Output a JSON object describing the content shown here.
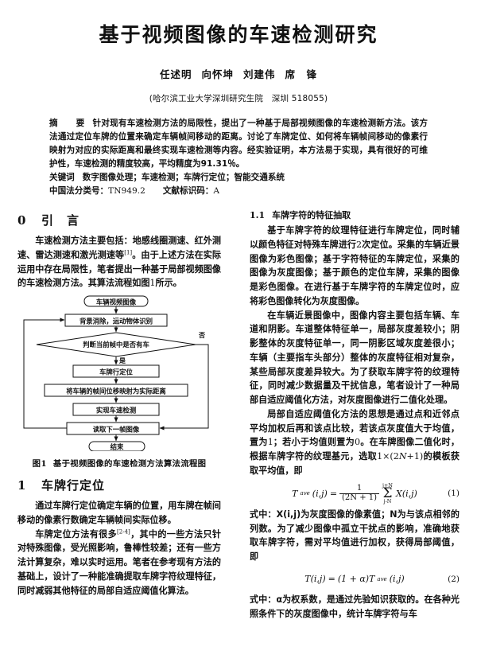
{
  "paper": {
    "title": "基于视频图像的车速检测研究",
    "authors": [
      "任述明",
      "向怀坤",
      "刘建伟",
      "席　锋"
    ],
    "affiliation": "(哈尔滨工业大学深圳研究生院　深圳 518055)",
    "abstract": {
      "label": "摘　要",
      "text": "针对现有车速检测方法的局限性，提出了一种基于局部视频图像的车速检测新方法。该方法通过定位车牌的位置来确定车辆帧间移动的距离。讨论了车牌定位、如何将车辆帧间移动的像素行映射为对应的实际距离和最终实现车速检测等内容。经实验证明，本方法易于实现，具有很好的可维护性，车速检测的精度较高，平均精度为91.31％。"
    },
    "keywords": {
      "label": "关键词",
      "text": "数字图像处理；车速检测；车牌行定位；智能交通系统"
    },
    "clc": {
      "label": "中国法分类号：",
      "value": "TN949.2",
      "doc_code_label": "文献标识码：",
      "doc_code_value": "A"
    }
  },
  "left_column": {
    "section0": {
      "number": "0",
      "title": "引　言",
      "paragraphs": [
        "车速检测方法主要包括：地感线圈测速、红外测速、雷达测速和激光测速等[1]。由于上述方法在实际运用中存在局限性，笔者提出一种基于局部视频图像的车速检测方法。其算法流程如图1所示。"
      ]
    },
    "figure": {
      "caption_number": "图1",
      "caption_text": "基于视频图像的车速检测方法算法流程图",
      "nodes": {
        "start": "车辆视频图像",
        "step1": "背景消除，运动物体识别",
        "decision": "判断当前帧中是否有车",
        "step2": "车牌行定位",
        "step3": "将车辆的帧间位移映射为实际距离",
        "step4": "实现车速检测",
        "step5": "读取下一帧图像",
        "end": "结束"
      },
      "edge_labels": {
        "no": "否",
        "yes": "是"
      }
    },
    "section1": {
      "number": "1",
      "title": "车牌行定位",
      "paragraphs": [
        "通过车牌行定位确定车辆的位置，用车牌在帧间移动的像素行数确定车辆帧间实际位移。",
        "车牌定位方法有很多[2-4]，其中的一些方法只针对特殊图像，受光照影响，鲁棒性较差；还有一些方法计算复杂，难以实时运用。笔者在参考现有方法的基础上，设计了一种能准确提取车牌字符纹理特征，同时减弱其他特征的局部自适应阈值化算法。"
      ]
    }
  },
  "right_column": {
    "subsection11": {
      "number": "1.1",
      "title": "车牌字符的特征抽取",
      "paragraphs": [
        "基于车牌字符的纹理特征进行车牌定位，同时辅以颜色特征对特殊车牌进行2次定位。采集的车辆近景图像为彩色图像；基于字符特征的车牌定位，采集的图像为灰度图像；基于颜色的定位车牌，采集的图像是彩色图像。在进行基于车牌字符的车牌定位时，应将彩色图像转化为灰度图像。",
        "在车辆近景图像中，图像内容主要包括车辆、车道和阴影。车道整体特征单一，局部灰度差较小；阴影整体的灰度特征单一，同一阴影区域灰度差很小；车辆（主要指车头部分）整体的灰度特征相对复杂，某些局部灰度差异较大。为了获取车牌字符的纹理特征，同时减少数据量及干扰信息，笔者设计了一种局部自适应阈值化方法，对灰度图像进行二值化处理。",
        "局部自适应阈值化方法的思想是通过点和近邻点平均加权后再和该点比较，若该点灰度值大于均值，置为1；若小于均值则置为0。在车牌图像二值化时，根据车牌字符的纹理基元，选取1×(2N+1)的模板获取平均值，即"
      ],
      "equation1": {
        "lhs": "T",
        "lhs_sub": "ave",
        "lhs_args": "(i,j)",
        "equals": "=",
        "numerator": "1",
        "denominator": "(2N + 1)",
        "sum_upper": "j+N",
        "sum_lower": "j-N",
        "summand": "X(i,j)",
        "number": "(1)"
      },
      "after_eq1": "式中：X(i,j)为灰度图像的像素值；N为与该点相邻的列数。为了减少图像中孤立干扰点的影响，准确地获取车牌字符，需对平均值进行加权，获得局部阈值，即",
      "equation2": {
        "lhs": "T(i,j)",
        "equals": "=",
        "rhs_prefix": "(1 + α)T",
        "rhs_sub": "ave",
        "rhs_args": "(i,j)",
        "number": "(2)"
      },
      "after_eq2": "式中：α为权系数，是通过先验知识获取的。在各种光照条件下的灰度图像中，统计车牌字符与车"
    }
  }
}
